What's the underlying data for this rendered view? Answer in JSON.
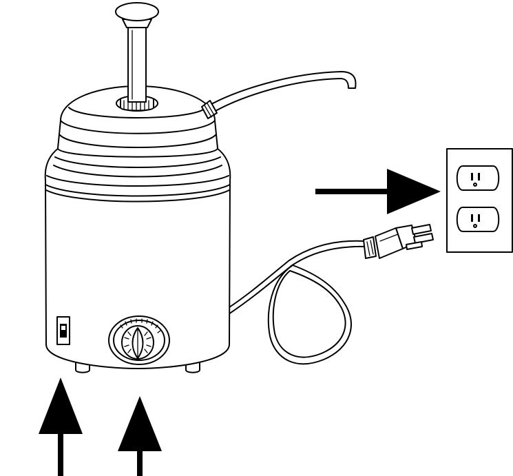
{
  "figure": {
    "line_color": "#000000",
    "background_color": "#ffffff",
    "callouts": [
      {
        "points_to": "wall-outlet",
        "direction": "right"
      },
      {
        "points_to": "power-switch",
        "direction": "up"
      },
      {
        "points_to": "temperature-knob",
        "direction": "up"
      }
    ]
  }
}
